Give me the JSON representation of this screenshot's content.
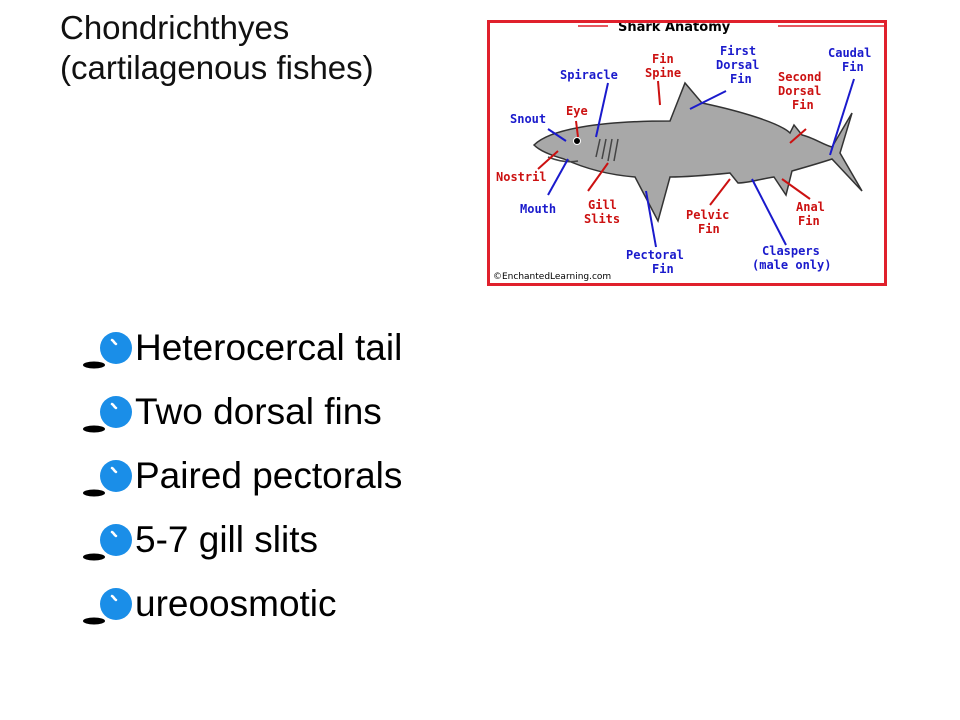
{
  "slide": {
    "title_line1": "Chondrichthyes",
    "title_line2": "(cartilagenous fishes)"
  },
  "diagram": {
    "title": "Shark Anatomy",
    "credit": "©EnchantedLearning.com",
    "labels": {
      "fin_spine_1": "Fin",
      "fin_spine_2": "Spine",
      "first_dorsal_1": "First",
      "first_dorsal_2": "Dorsal",
      "first_dorsal_3": "Fin",
      "caudal_1": "Caudal",
      "caudal_2": "Fin",
      "spiracle": "Spiracle",
      "second_dorsal_1": "Second",
      "second_dorsal_2": "Dorsal",
      "second_dorsal_3": "Fin",
      "eye": "Eye",
      "snout": "Snout",
      "nostril": "Nostril",
      "mouth": "Mouth",
      "gill_1": "Gill",
      "gill_2": "Slits",
      "pelvic_1": "Pelvic",
      "pelvic_2": "Fin",
      "anal_1": "Anal",
      "anal_2": "Fin",
      "pectoral_1": "Pectoral",
      "pectoral_2": "Fin",
      "claspers_1": "Claspers",
      "claspers_2": "(male only)"
    },
    "colors": {
      "border": "#e0202c",
      "label_red": "#cc1111",
      "label_blue": "#1a1acc",
      "body": "#a8a8a8"
    }
  },
  "bullets": [
    {
      "text": "Heterocercal tail"
    },
    {
      "text": "Two dorsal fins"
    },
    {
      "text": "Paired pectorals"
    },
    {
      "text": "5-7 gill slits"
    },
    {
      "text": "ureoosmotic"
    }
  ],
  "bullet_icon": {
    "name": "blue-ball-bullet-icon",
    "color": "#1a8ee8"
  }
}
